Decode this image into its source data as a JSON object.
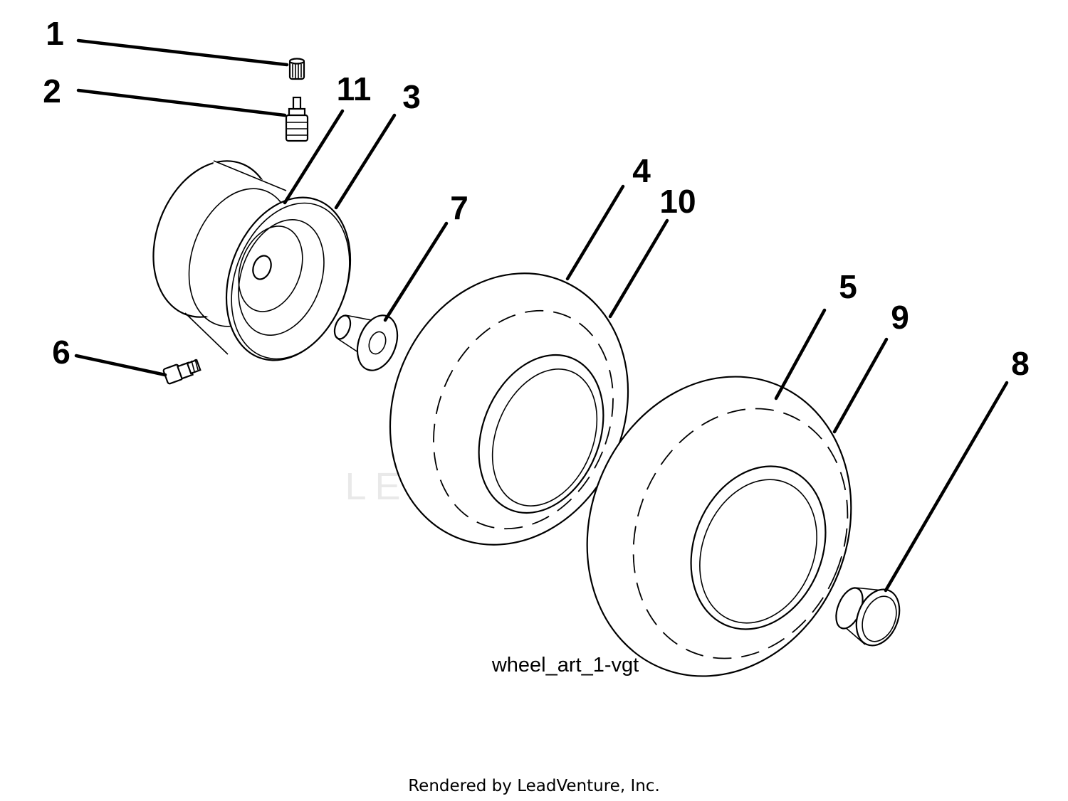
{
  "diagram": {
    "callouts": [
      "1",
      "2",
      "3",
      "4",
      "5",
      "6",
      "7",
      "8",
      "9",
      "10",
      "11"
    ],
    "caption": "wheel_art_1-vgt",
    "footer": "Rendered by LeadVenture, Inc.",
    "watermark": "LEADVENTURE"
  }
}
